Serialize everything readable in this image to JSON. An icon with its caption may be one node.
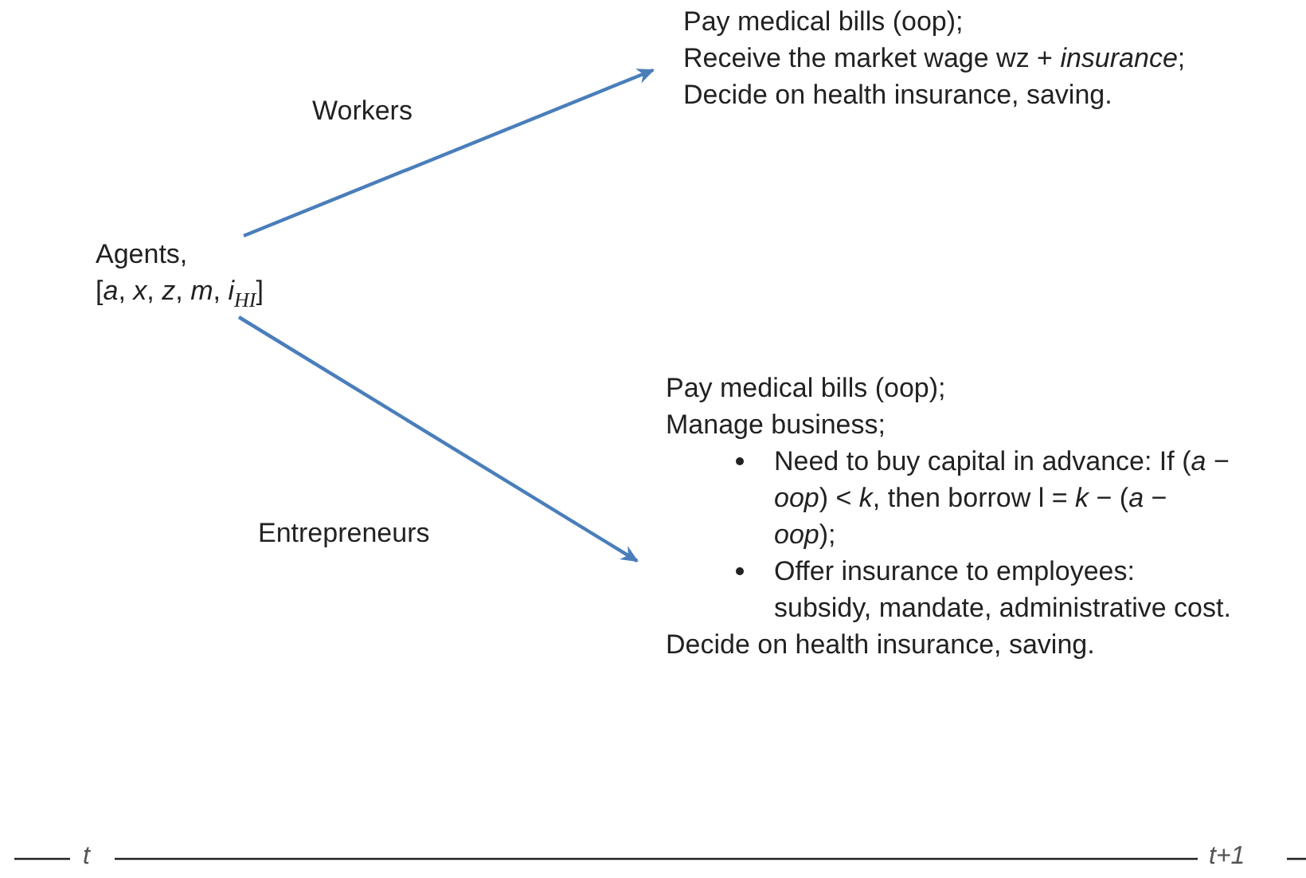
{
  "diagram": {
    "nodes": [
      {
        "text": [
          "Agents,",
          "[*a*, *x*, *z*, *m*, *i*$_{HI}$]"
        ]
      },
      {
        "text": [
          "Pay medical bills (oop);",
          "Receive the market wage wz + *insurance*;",
          "Decide on health insurance, saving."
        ]
      },
      {
        "text": [
          "Pay medical bills (oop);",
          "Manage business;",
          "Need to buy capital in advance: If (*a* − *oop*) < *k*, then borrow l = *k* − (*a* − *oop*);",
          "Offer insurance to employees: subsidy, mandate, administrative cost.",
          "Decide on health insurance, saving."
        ]
      }
    ],
    "edges": [
      {
        "from": 0,
        "to": 1,
        "arrow": "to",
        "label": "Workers"
      },
      {
        "from": 0,
        "to": 2,
        "arrow": "to",
        "label": "Entrepreneurs"
      }
    ],
    "labels": [
      "t",
      "t+1"
    ]
  }
}
